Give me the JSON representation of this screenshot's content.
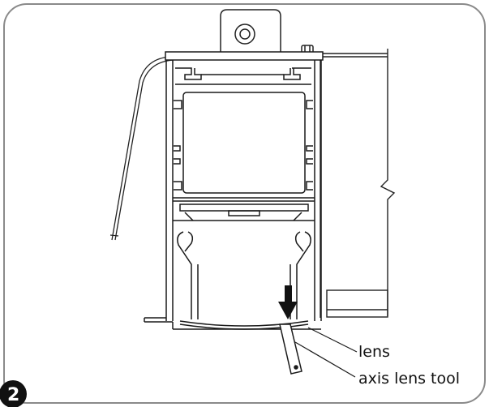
{
  "diagram": {
    "step_number": "2",
    "labels": {
      "lens": "lens",
      "tool": "axis lens tool"
    },
    "icons": {
      "arrow": "push-down-arrow-icon"
    }
  }
}
